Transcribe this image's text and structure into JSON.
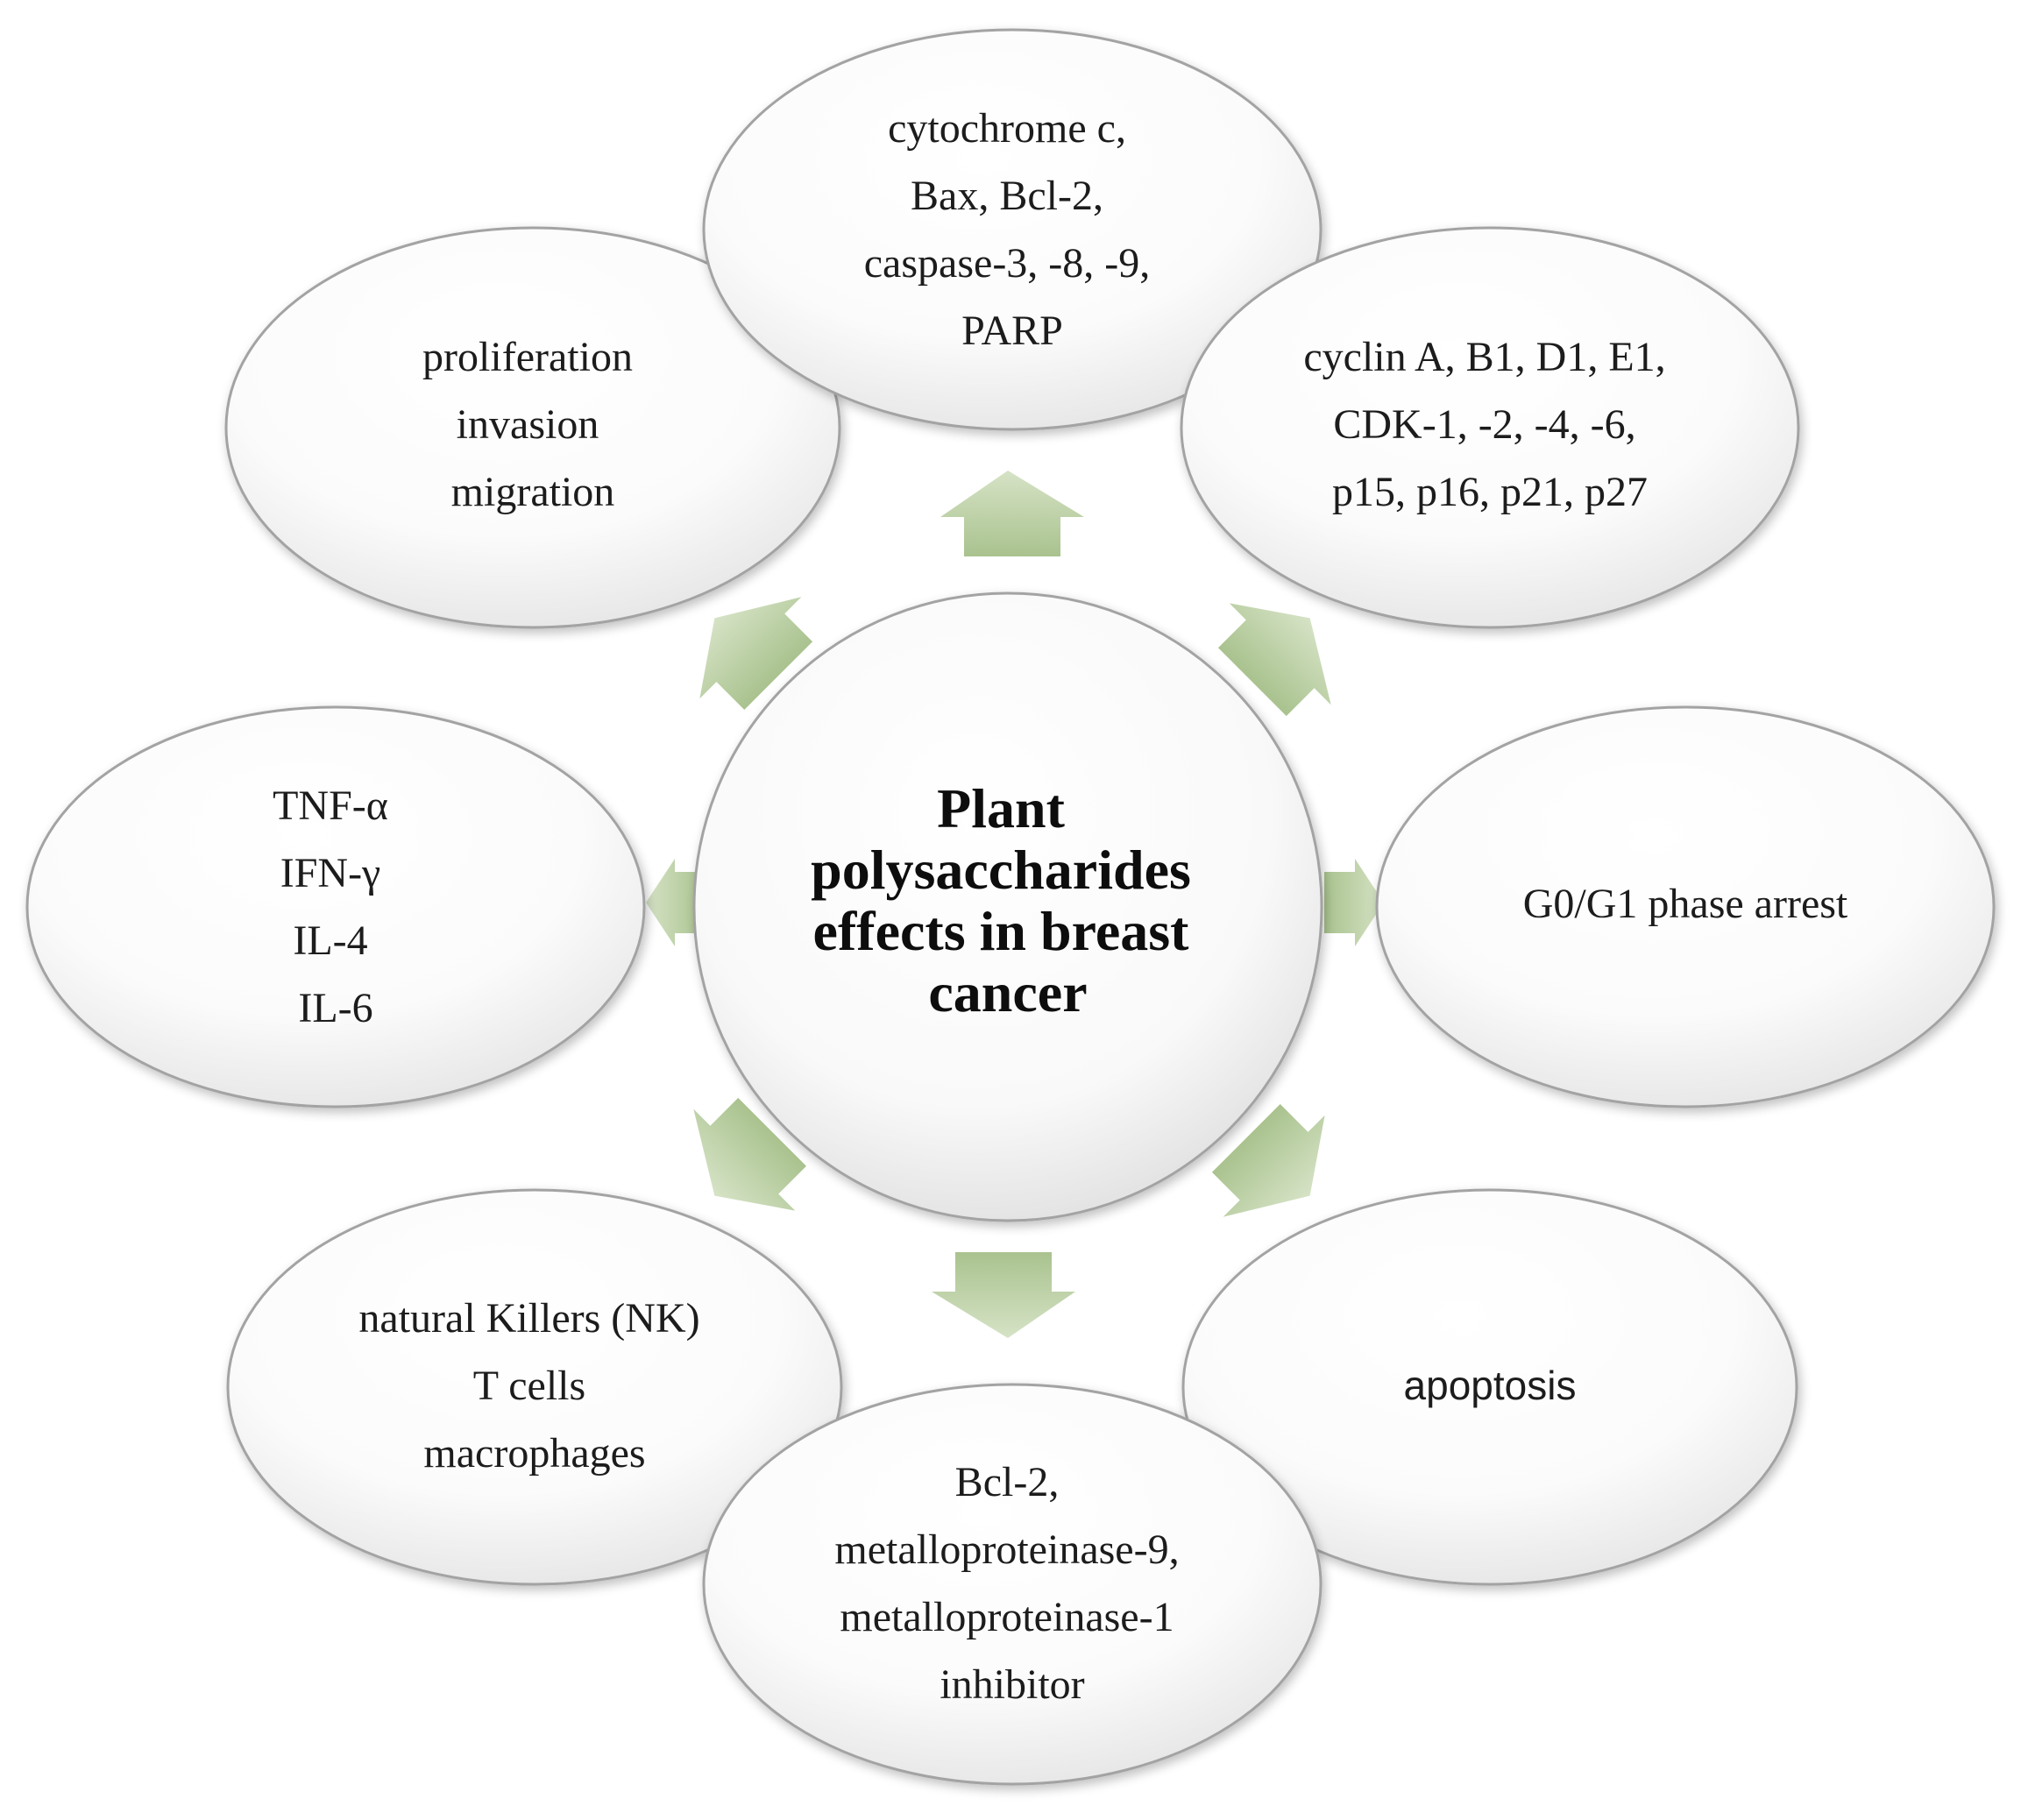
{
  "center": {
    "lines": [
      "Plant",
      "polysaccharides",
      "effects in breast",
      "cancer"
    ]
  },
  "nodes": {
    "top": {
      "lines": [
        "cytochrome c,",
        "Bax, Bcl-2,",
        "caspase-3, -8, -9,",
        "PARP"
      ]
    },
    "top_left": {
      "lines": [
        "proliferation",
        "invasion",
        "migration"
      ]
    },
    "top_right": {
      "lines": [
        "cyclin A, B1, D1, E1,",
        "CDK-1, -2, -4, -6,",
        "p15, p16, p21, p27"
      ]
    },
    "left": {
      "lines": [
        "TNF-α",
        "IFN-γ",
        "IL-4",
        "IL-6"
      ]
    },
    "right": {
      "lines": [
        "G0/G1 phase arrest"
      ]
    },
    "bottom_left": {
      "lines": [
        "natural Killers (NK)",
        "T cells",
        "macrophages"
      ]
    },
    "bottom_right": {
      "lines": [
        "apoptosis"
      ]
    },
    "bottom": {
      "lines": [
        "Bcl-2,",
        "metalloproteinase-9,",
        "metalloproteinase-1",
        "inhibitor"
      ]
    }
  },
  "colors": {
    "arrow_fill": "#b9cfa0",
    "ellipse_stroke": "#9a9a9a",
    "ellipse_fill_light": "#ffffff",
    "ellipse_fill_shade": "#e3e3e3"
  }
}
